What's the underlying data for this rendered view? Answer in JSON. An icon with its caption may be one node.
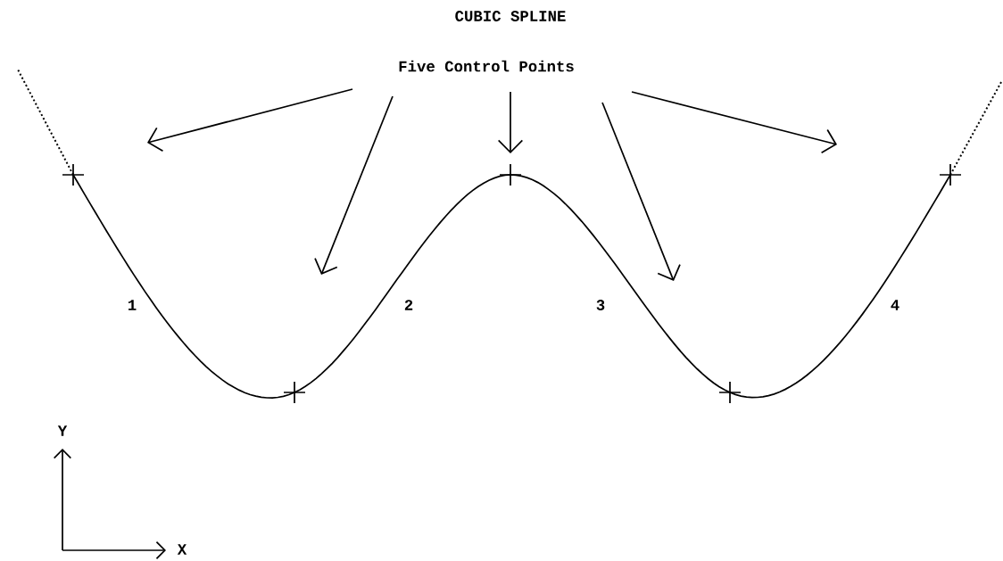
{
  "diagram": {
    "title": "CUBIC SPLINE",
    "nodes": [
      {
        "text": [
          "Five Control Points"
        ]
      },
      {
        "text": [],
        "shape": "cross"
      },
      {
        "text": [],
        "shape": "cross"
      },
      {
        "text": [],
        "shape": "cross"
      },
      {
        "text": [],
        "shape": "cross"
      },
      {
        "text": [],
        "shape": "cross"
      }
    ],
    "edges": [
      {
        "from": 0,
        "to": null,
        "arrow": "to"
      },
      {
        "from": 0,
        "to": null,
        "arrow": "to"
      },
      {
        "from": 0,
        "to": 3,
        "arrow": "to"
      },
      {
        "from": 0,
        "to": null,
        "arrow": "to"
      },
      {
        "from": 0,
        "to": null,
        "arrow": "to"
      }
    ],
    "labels": [
      "1",
      "2",
      "3",
      "4",
      "Y",
      "X"
    ]
  }
}
